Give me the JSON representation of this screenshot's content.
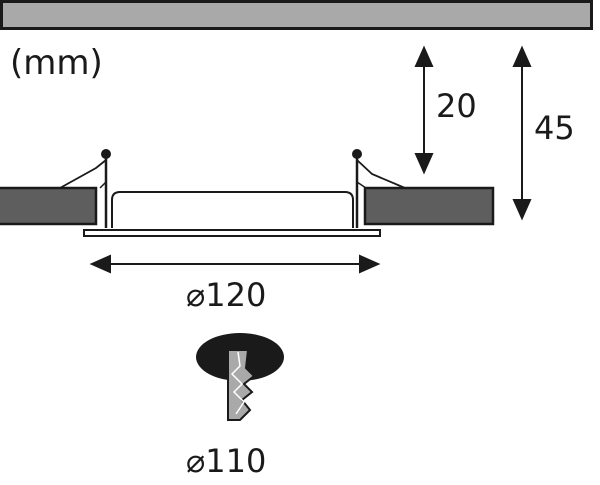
{
  "units_label": "(mm)",
  "dimensions": {
    "recess_depth": "20",
    "total_height": "45",
    "outer_diameter": "⌀120",
    "cutout_diameter": "⌀110"
  },
  "colors": {
    "ceiling_gray": "#a9a9a9",
    "panel_dark": "#5e5e5e",
    "line": "#1a1a1a",
    "cutout_fill": "#1a1a1a"
  },
  "icons": [
    "recessed-luminaire-drawing",
    "ceiling-cutout-icon",
    "drill-bit-icon"
  ]
}
